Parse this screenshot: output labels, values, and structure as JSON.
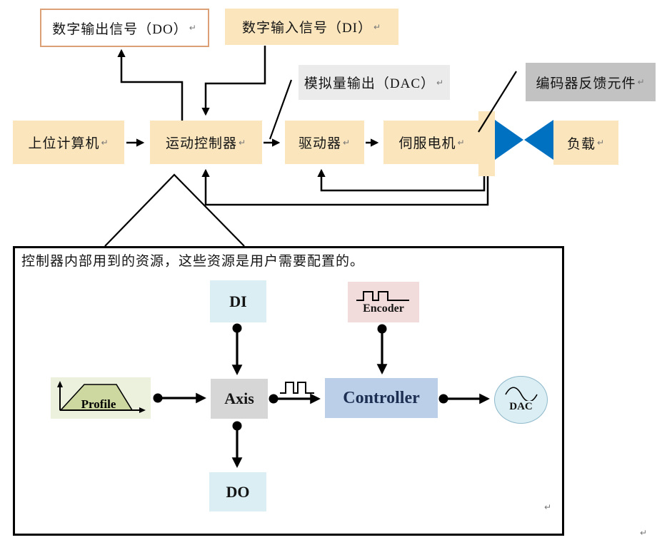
{
  "marks": {
    "pilcrow": "↵"
  },
  "colors": {
    "cream": "#FAE5BC",
    "do_border": "#DCA077",
    "dac_label_bg": "#EBEBEB",
    "encoder_label_bg": "#C2C2C2",
    "coupling_blue": "#0070C0",
    "light_blue": "#DAEEF3",
    "pink": "#F2DCDB",
    "axis_gray": "#D6D6D6",
    "controller_blue": "#BCCFE8",
    "profile_bg": "#ECF1DE",
    "trapezoid_green": "#CCD8A0",
    "controller_text": "#1C2E52",
    "ink": "#141414",
    "pilcrow": "#777777"
  },
  "top_diagram": {
    "signal_labels": {
      "do": "数字输出信号（DO）",
      "di": "数字输入信号（DI）",
      "dac": "模拟量输出（DAC）",
      "encoder": "编码器反馈元件"
    },
    "flow_boxes": {
      "host": "上位计算机",
      "motion_controller": "运动控制器",
      "driver": "驱动器",
      "servo_motor": "伺服电机",
      "load": "负载"
    }
  },
  "inner_diagram": {
    "caption": "控制器内部用到的资源，这些资源是用户需要配置的。",
    "nodes": {
      "di": "DI",
      "encoder": "Encoder",
      "profile": "Profile",
      "axis": "Axis",
      "controller": "Controller",
      "dac": "DAC",
      "do": "DO"
    }
  }
}
